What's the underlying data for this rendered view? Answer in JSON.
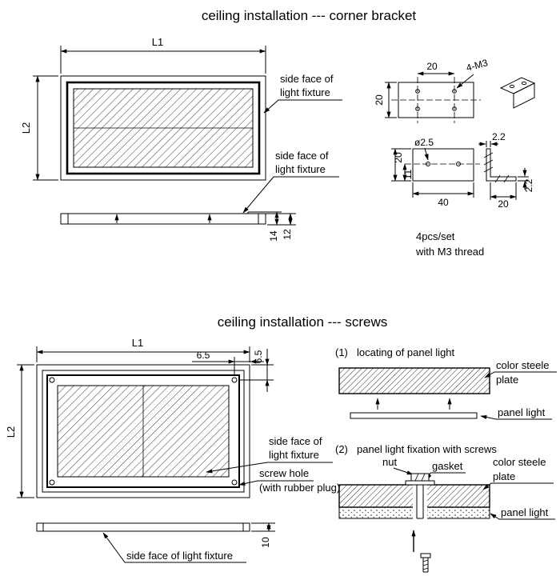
{
  "colors": {
    "ink": "#000000",
    "paper": "#ffffff"
  },
  "top": {
    "title": "ceiling installation --- corner bracket",
    "dims": {
      "l1": "L1",
      "l2": "L2",
      "h14": "14",
      "h12": "12"
    },
    "labels": {
      "side_face_a1": "side face of",
      "side_face_a2": "light fixture",
      "side_face_b1": "side face of",
      "side_face_b2": "light fixture"
    },
    "bracket": {
      "top_20": "20",
      "holes": "4-M3",
      "left_20": "20",
      "dia": "ø2.5",
      "thk_top": "2.2",
      "front_20": "20",
      "front_11": "11",
      "front_40": "40",
      "foot_20": "20",
      "thk_right": "2.2",
      "note1": "4pcs/set",
      "note2": "with M3 thread"
    }
  },
  "bottom": {
    "title": "ceiling installation --- screws",
    "dims": {
      "l1": "L1",
      "l2": "L2",
      "off_h": "6.5",
      "off_v": "6.5",
      "h10": "10"
    },
    "labels": {
      "side_face_1": "side face of",
      "side_face_2": "light fixture",
      "screw_hole_1": "screw hole",
      "screw_hole_2": "(with rubber plug)",
      "side_face_bottom": "side face of light fixture"
    },
    "steps": {
      "s1_no": "(1)",
      "s1_text": "locating of panel light",
      "s2_no": "(2)",
      "s2_text": "panel light fixation with screws",
      "steel_a1": "color steele",
      "steel_a2": "plate",
      "panel_light_a": "panel light",
      "nut": "nut",
      "gasket": "gasket",
      "steel_b1": "color steele",
      "steel_b2": "plate",
      "panel_light_b": "panel light"
    }
  }
}
